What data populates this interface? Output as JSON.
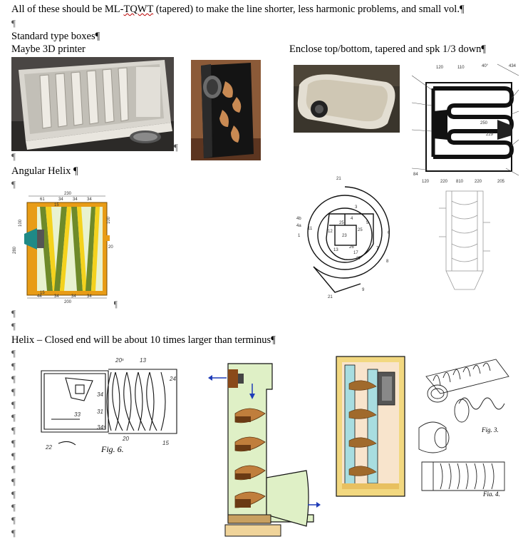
{
  "lines": {
    "line1": "All of these should be ML-TQWT  (tapered) to make the line shorter, less harmonic problems, and small vol.",
    "standard": "Standard type boxes",
    "printer": "Maybe 3D printer",
    "enclose": "Enclose top/bottom, tapered and spk 1/3 down",
    "angular": "Angular Helix ",
    "helix": "Helix – Closed end will be about 10 times larger than terminus"
  },
  "pilcrow": "¶",
  "angular_diagram_labels": {
    "top_overall": "230",
    "top_segments": [
      "61",
      "34",
      "34",
      "34"
    ],
    "left_height": "280",
    "inner_height": "100",
    "right_top": "100",
    "right_mid": "20",
    "thickness_top": "15",
    "thickness_bottom": "15",
    "bottom_segments": [
      "44",
      "34",
      "34",
      "34"
    ],
    "bottom_overall": "200"
  },
  "spiral_labels": [
    "21",
    "3",
    "4",
    "25",
    "5",
    "23",
    "12",
    "25",
    "26",
    "13",
    "17",
    "27",
    "7",
    "8",
    "9",
    "21",
    "4b",
    "4a",
    "1",
    "11",
    "6"
  ],
  "serpentine_labels": [
    "120",
    "110",
    "40°",
    "434",
    "250",
    "229",
    "84",
    "120",
    "220",
    "810",
    "220",
    "205"
  ],
  "patent_labels": {
    "fig6_caption": "Fig. 6.",
    "fig6_numbers": [
      "20ˢ",
      "13",
      "24",
      "34",
      "33",
      "31",
      "34ˢ",
      "22",
      "20",
      "15"
    ],
    "right_caption_1": "Fig. 3.",
    "right_caption_2": "Fig. 4."
  },
  "colors": {
    "wood": "#e89c16",
    "wood_dark": "#a86a00",
    "cream": "#e8f2d0",
    "green": "#6e8a2a",
    "yellow": "#f4d21e",
    "teal": "#1f8a86",
    "arrow": "#1f3cb8",
    "drawing_green": "#dff0c6",
    "spiral_brown": "#c07e3c"
  }
}
